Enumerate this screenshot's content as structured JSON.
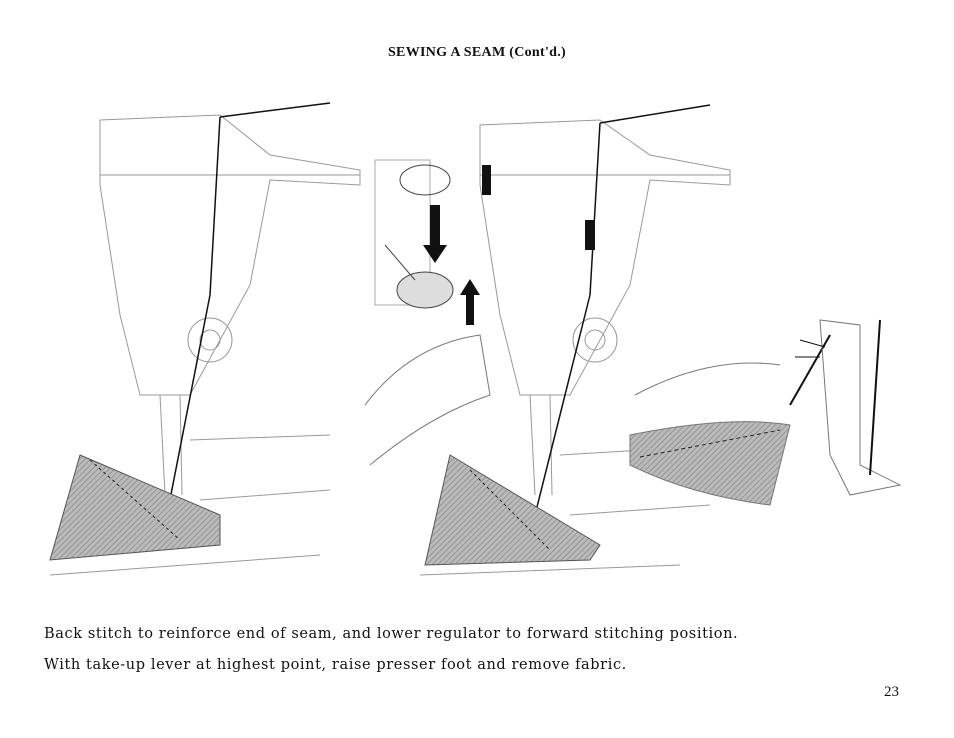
{
  "page": {
    "title": "SEWING A SEAM (Cont'd.)",
    "captions": [
      "Back stitch to reinforce end of seam, and lower regulator to forward stitching position.",
      "With take-up lever at highest point, raise presser foot and remove fabric."
    ],
    "page_number": "23"
  }
}
